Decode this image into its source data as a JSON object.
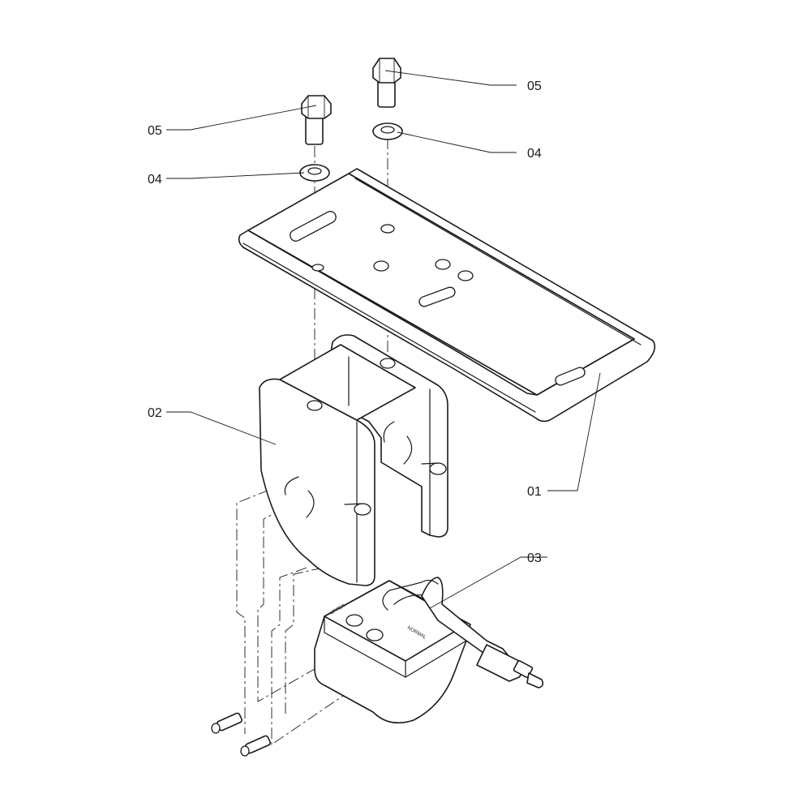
{
  "callouts": [
    {
      "id": "c05a",
      "text": "05"
    },
    {
      "id": "c04a",
      "text": "04"
    },
    {
      "id": "c05b",
      "text": "05"
    },
    {
      "id": "c04b",
      "text": "04"
    },
    {
      "id": "c02",
      "text": "02"
    },
    {
      "id": "c01",
      "text": "01"
    },
    {
      "id": "c03",
      "text": "03"
    }
  ],
  "engravings": {
    "top_left": "UPPER",
    "top_right": "NORMAL"
  },
  "colors": {
    "line": "#1a1a1a",
    "background": "#ffffff"
  }
}
